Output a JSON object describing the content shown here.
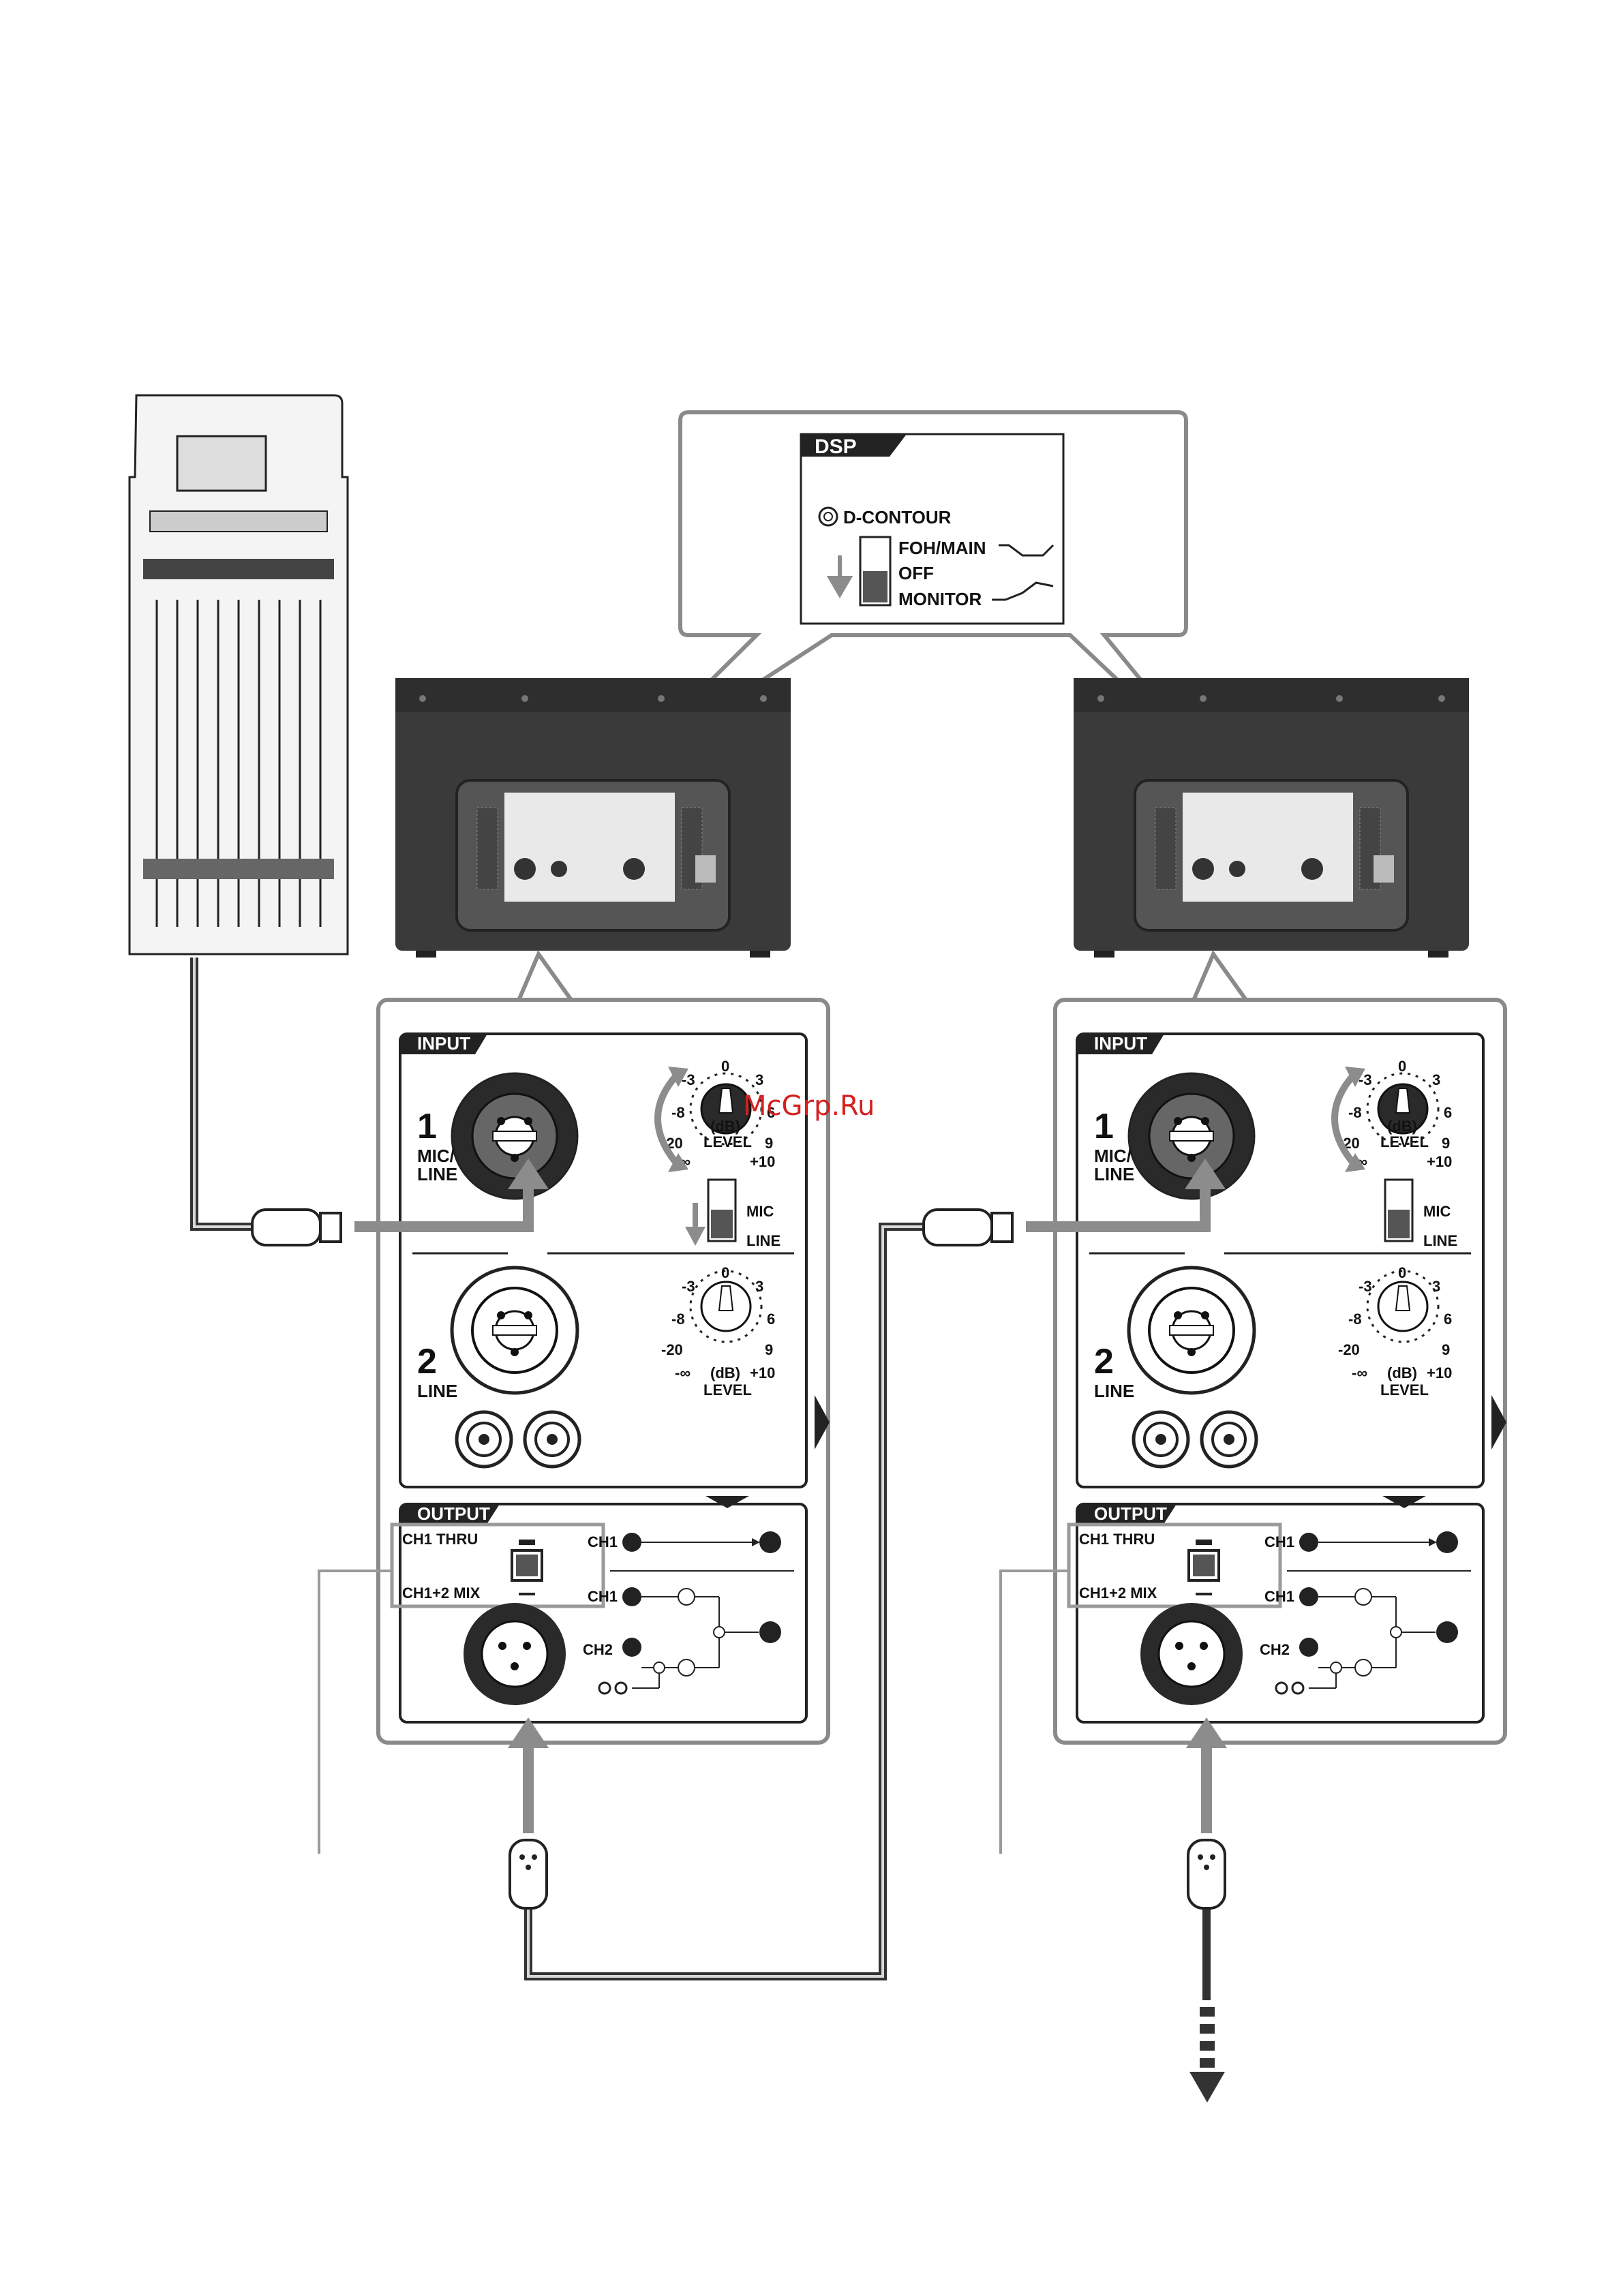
{
  "watermark": "McGrp.Ru",
  "dsp": {
    "header": "DSP",
    "d_contour": "D-CONTOUR",
    "foh_main": "FOH/MAIN",
    "off": "OFF",
    "monitor": "MONITOR"
  },
  "input": {
    "header": "INPUT",
    "ch1_number": "1",
    "ch1_name_top": "MIC/",
    "ch1_name_bottom": "LINE",
    "ch2_number": "2",
    "ch2_name": "LINE",
    "mic": "MIC",
    "line": "LINE",
    "level": "LEVEL",
    "db": "(dB)",
    "ticks": {
      "t0": "0",
      "tm3": "-3",
      "t3": "3",
      "tm8": "-8",
      "t6": "6",
      "tm20": "-20",
      "t9": "9",
      "tinf": "-∞",
      "t10": "+10"
    }
  },
  "output": {
    "header": "OUTPUT",
    "ch1_thru": "CH1 THRU",
    "ch12_mix": "CH1+2 MIX",
    "ch1": "CH1",
    "ch2": "CH2"
  },
  "colors": {
    "panel_border": "#7a7a7a",
    "speaker_body": "#3a3a3a",
    "arrow_gray": "#8c8c8c",
    "cable": "#333333",
    "watermark": "#d61f1f"
  }
}
